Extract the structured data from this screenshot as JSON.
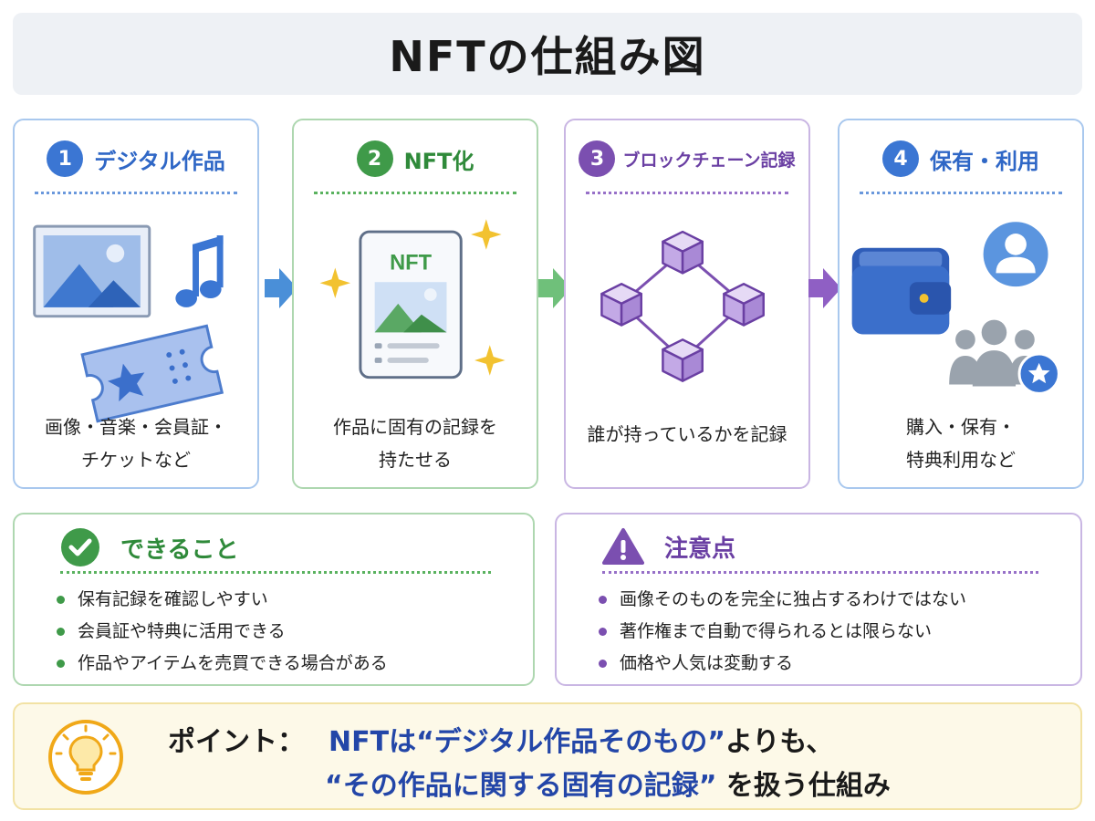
{
  "title": "NFTの仕組み図",
  "colors": {
    "blue": "#3b76d3",
    "green": "#3f9a49",
    "purple": "#7b4fb0",
    "accent_blue": "#4a8fd8",
    "amber": "#f0a818"
  },
  "steps": [
    {
      "number": "1",
      "title": "デジタル作品",
      "icons": [
        "image-icon",
        "music-note-icon",
        "ticket-icon"
      ],
      "desc_line1": "画像・音楽・会員証・",
      "desc_line2": "チケットなど"
    },
    {
      "number": "2",
      "title": "NFT化",
      "card_label": "NFT",
      "icons": [
        "nft-card-icon",
        "sparkle-icon"
      ],
      "desc_line1": "作品に固有の記録を",
      "desc_line2": "持たせる"
    },
    {
      "number": "3",
      "title": "ブロックチェーン記録",
      "icons": [
        "blockchain-icon"
      ],
      "desc_line1": "誰が持っているかを記録"
    },
    {
      "number": "4",
      "title": "保有・利用",
      "icons": [
        "wallet-icon",
        "user-icon",
        "group-icon",
        "star-badge-icon"
      ],
      "desc_line1": "購入・保有・",
      "desc_line2": "特典利用など"
    }
  ],
  "can_do": {
    "title": "できること",
    "icon": "check-circle-icon",
    "items": [
      "保有記録を確認しやすい",
      "会員証や特典に活用できる",
      "作品やアイテムを売買できる場合がある"
    ]
  },
  "caution": {
    "title": "注意点",
    "icon": "warning-icon",
    "items": [
      "画像そのものを完全に独占するわけではない",
      "著作権まで自動で得られるとは限らない",
      "価格や人気は変動する"
    ]
  },
  "point": {
    "icon": "lightbulb-icon",
    "label": "ポイント：",
    "line1_a": "NFTは",
    "line1_b": "“デジタル作品そのもの”",
    "line1_c": "よりも、",
    "line2_a": "“その作品に関する固有の記録”",
    "line2_b": " を扱う仕組み"
  }
}
